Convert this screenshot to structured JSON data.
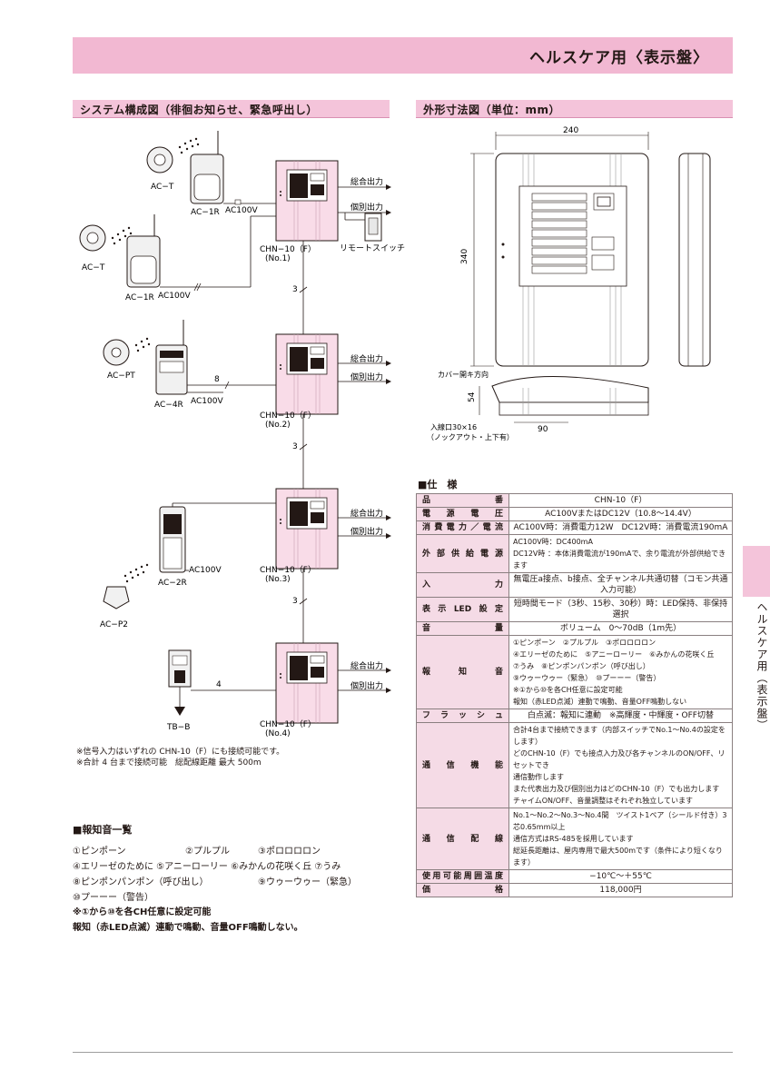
{
  "header": {
    "title": "ヘルスケア用〈表示盤〉"
  },
  "system_section": {
    "title": "システム構成図（徘徊お知らせ、緊急呼出し）",
    "labels": {
      "act1": "AC−T",
      "ac1r1": "AC−1R",
      "ac100v_1": "AC100V",
      "act2": "AC−T",
      "ac1r2": "AC−1R",
      "ac100v_2": "AC100V",
      "chn1": "CHN−10（F）",
      "no1": "(No.1)",
      "out_total1": "総合出力",
      "out_each1": "個別出力",
      "remote": "リモートスイッチ",
      "wire3a": "3",
      "acpt": "AC−PT",
      "ac4r": "AC−4R",
      "ac100v_3": "AC100V",
      "wire8": "8",
      "chn2": "CHN−10（F）",
      "no2": "(No.2)",
      "out_total2": "総合出力",
      "out_each2": "個別出力",
      "wire3b": "3",
      "ac100v_4": "AC100V",
      "ac2r": "AC−2R",
      "acp2": "AC−P2",
      "chn3": "CHN−10（F）",
      "no3": "(No.3)",
      "out_total3": "総合出力",
      "out_each3": "個別出力",
      "wire3c": "3",
      "wire4": "4",
      "tbb": "TB−B",
      "chn4": "CHN−10（F）",
      "no4": "(No.4)",
      "out_total4": "総合出力",
      "out_each4": "個別出力"
    },
    "notes": [
      "※信号入力はいずれの CHN-10（F）にも接続可能です。",
      "※合計 4 台まで接続可能　総配線距離 最大 500m"
    ]
  },
  "dimension_section": {
    "title": "外形寸法図（単位：mm）",
    "width": "240",
    "height": "340",
    "depth": "54",
    "port_width": "90",
    "cover_dir": "カバー開キ方向",
    "port_label1": "入線口30×16",
    "port_label2": "（ノックアウト・上下有）"
  },
  "spec_section": {
    "title": "■仕　様",
    "rows": [
      {
        "label": "品　番",
        "value": "CHN-10（F）"
      },
      {
        "label": "電源電圧",
        "value": "AC100VまたはDC12V（10.8〜14.4V）"
      },
      {
        "label": "消費電力／電流",
        "value": "AC100V時：消費電力12W　DC12V時：消費電流190mA"
      },
      {
        "label": "外部供給電源",
        "lines": [
          "AC100V時：DC400mA",
          "DC12V時 ：本体消費電流が190mAで、余り電流が外部供給できます"
        ]
      },
      {
        "label": "入　力",
        "value": "無電圧a接点、b接点、全チャンネル共通切替（コモン共通入力可能）"
      },
      {
        "label": "表示LED設定",
        "value": "短時間モード（3秒、15秒、30秒）時：LED保持、非保持選択"
      },
      {
        "label": "音　量",
        "value": "ボリューム　0〜70dB（1m先）"
      },
      {
        "label": "報　知　音",
        "lines": [
          "①ピンポーン　②プルプル　③ポロロロロン",
          "④エリーゼのために　⑤アニーローリー　⑥みかんの花咲く丘",
          "⑦うみ　⑧ピンポンパンポン（呼び出し）",
          "⑨ウゥーウゥー（緊急）　⑩プーーー（警告）",
          "※①から⑩を各CH任意に設定可能",
          "報知（赤LED点滅）連動で鳴動、音量OFF鳴動しない"
        ]
      },
      {
        "label": "フラッシュ",
        "value": "白点滅：報知に連動　※高輝度・中輝度・OFF切替"
      },
      {
        "label": "通信機能",
        "lines": [
          "合計4台まで接続できます（内部スイッチでNo.1〜No.4の設定をします）",
          "どのCHN-10（F）でも接点入力及び各チャンネルのON/OFF、リセットでき",
          "通信動作します",
          "また代表出力及び個別出力はどのCHN-10（F）でも出力します",
          "チャイムON/OFF、音量調整はそれぞれ独立しています"
        ]
      },
      {
        "label": "通信配線",
        "lines": [
          "No.1〜No.2〜No.3〜No.4間　ツイスト1ペア（シールド付き）3芯0.65mm以上",
          "通信方式はRS-485を採用しています",
          "総延長距離は、屋内専用で最大500mです（条件により短くなります）"
        ]
      },
      {
        "label": "使用可能周囲温度",
        "value": "−10℃〜＋55℃"
      },
      {
        "label": "価　格",
        "value": "118,000円"
      }
    ]
  },
  "sound_list": {
    "title": "■報知音一覧",
    "row1": [
      "①ピンポーン",
      "②プルプル",
      "③ポロロロロン"
    ],
    "row2": [
      "④エリーゼのために",
      "⑤アニーローリー",
      "⑥みかんの花咲く丘",
      "⑦うみ"
    ],
    "row3": [
      "⑧ピンポンパンポン（呼び出し）",
      "⑨ウゥーウゥー（緊急）"
    ],
    "row4": [
      "⑩プーーー（警告）"
    ],
    "note1": "※①から⑩を各CH任意に設定可能",
    "note2": "報知（赤LED点滅）連動で鳴動、音量OFF鳴動しない。"
  },
  "side_tab": {
    "label": "ヘルスケア用（表示盤）"
  }
}
